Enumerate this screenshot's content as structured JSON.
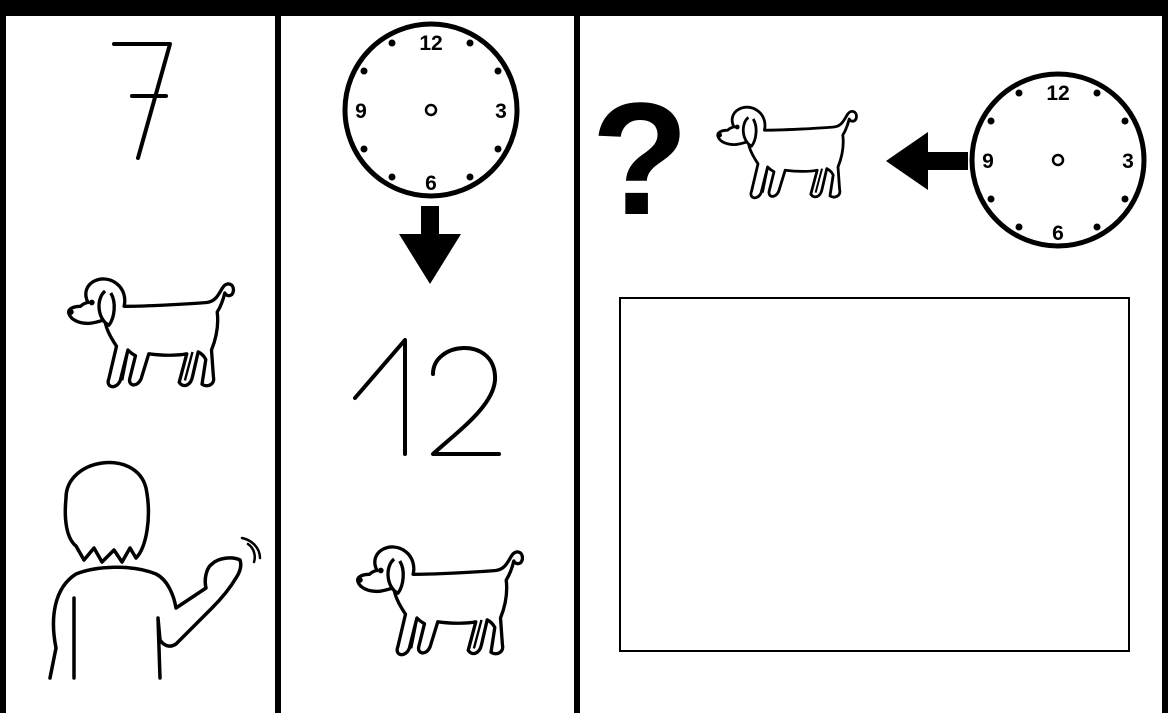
{
  "worksheet": {
    "left_panel": {
      "number_label": "7",
      "dog_icon": "dog-icon",
      "child_icon": "child-waving-icon"
    },
    "middle_panel": {
      "clock": {
        "numerals": [
          "12",
          "3",
          "6",
          "9"
        ],
        "icon": "clock-icon"
      },
      "arrow_icon": "arrow-down-icon",
      "number_label": "12",
      "dog_icon": "dog-icon"
    },
    "right_panel": {
      "question_mark": "?",
      "dog_icon": "dog-icon",
      "arrow_icon": "arrow-left-icon",
      "clock": {
        "numerals": [
          "12",
          "3",
          "6",
          "9"
        ],
        "icon": "clock-icon"
      },
      "answer_box": ""
    },
    "colors": {
      "ink": "#000000",
      "paper": "#ffffff"
    }
  }
}
